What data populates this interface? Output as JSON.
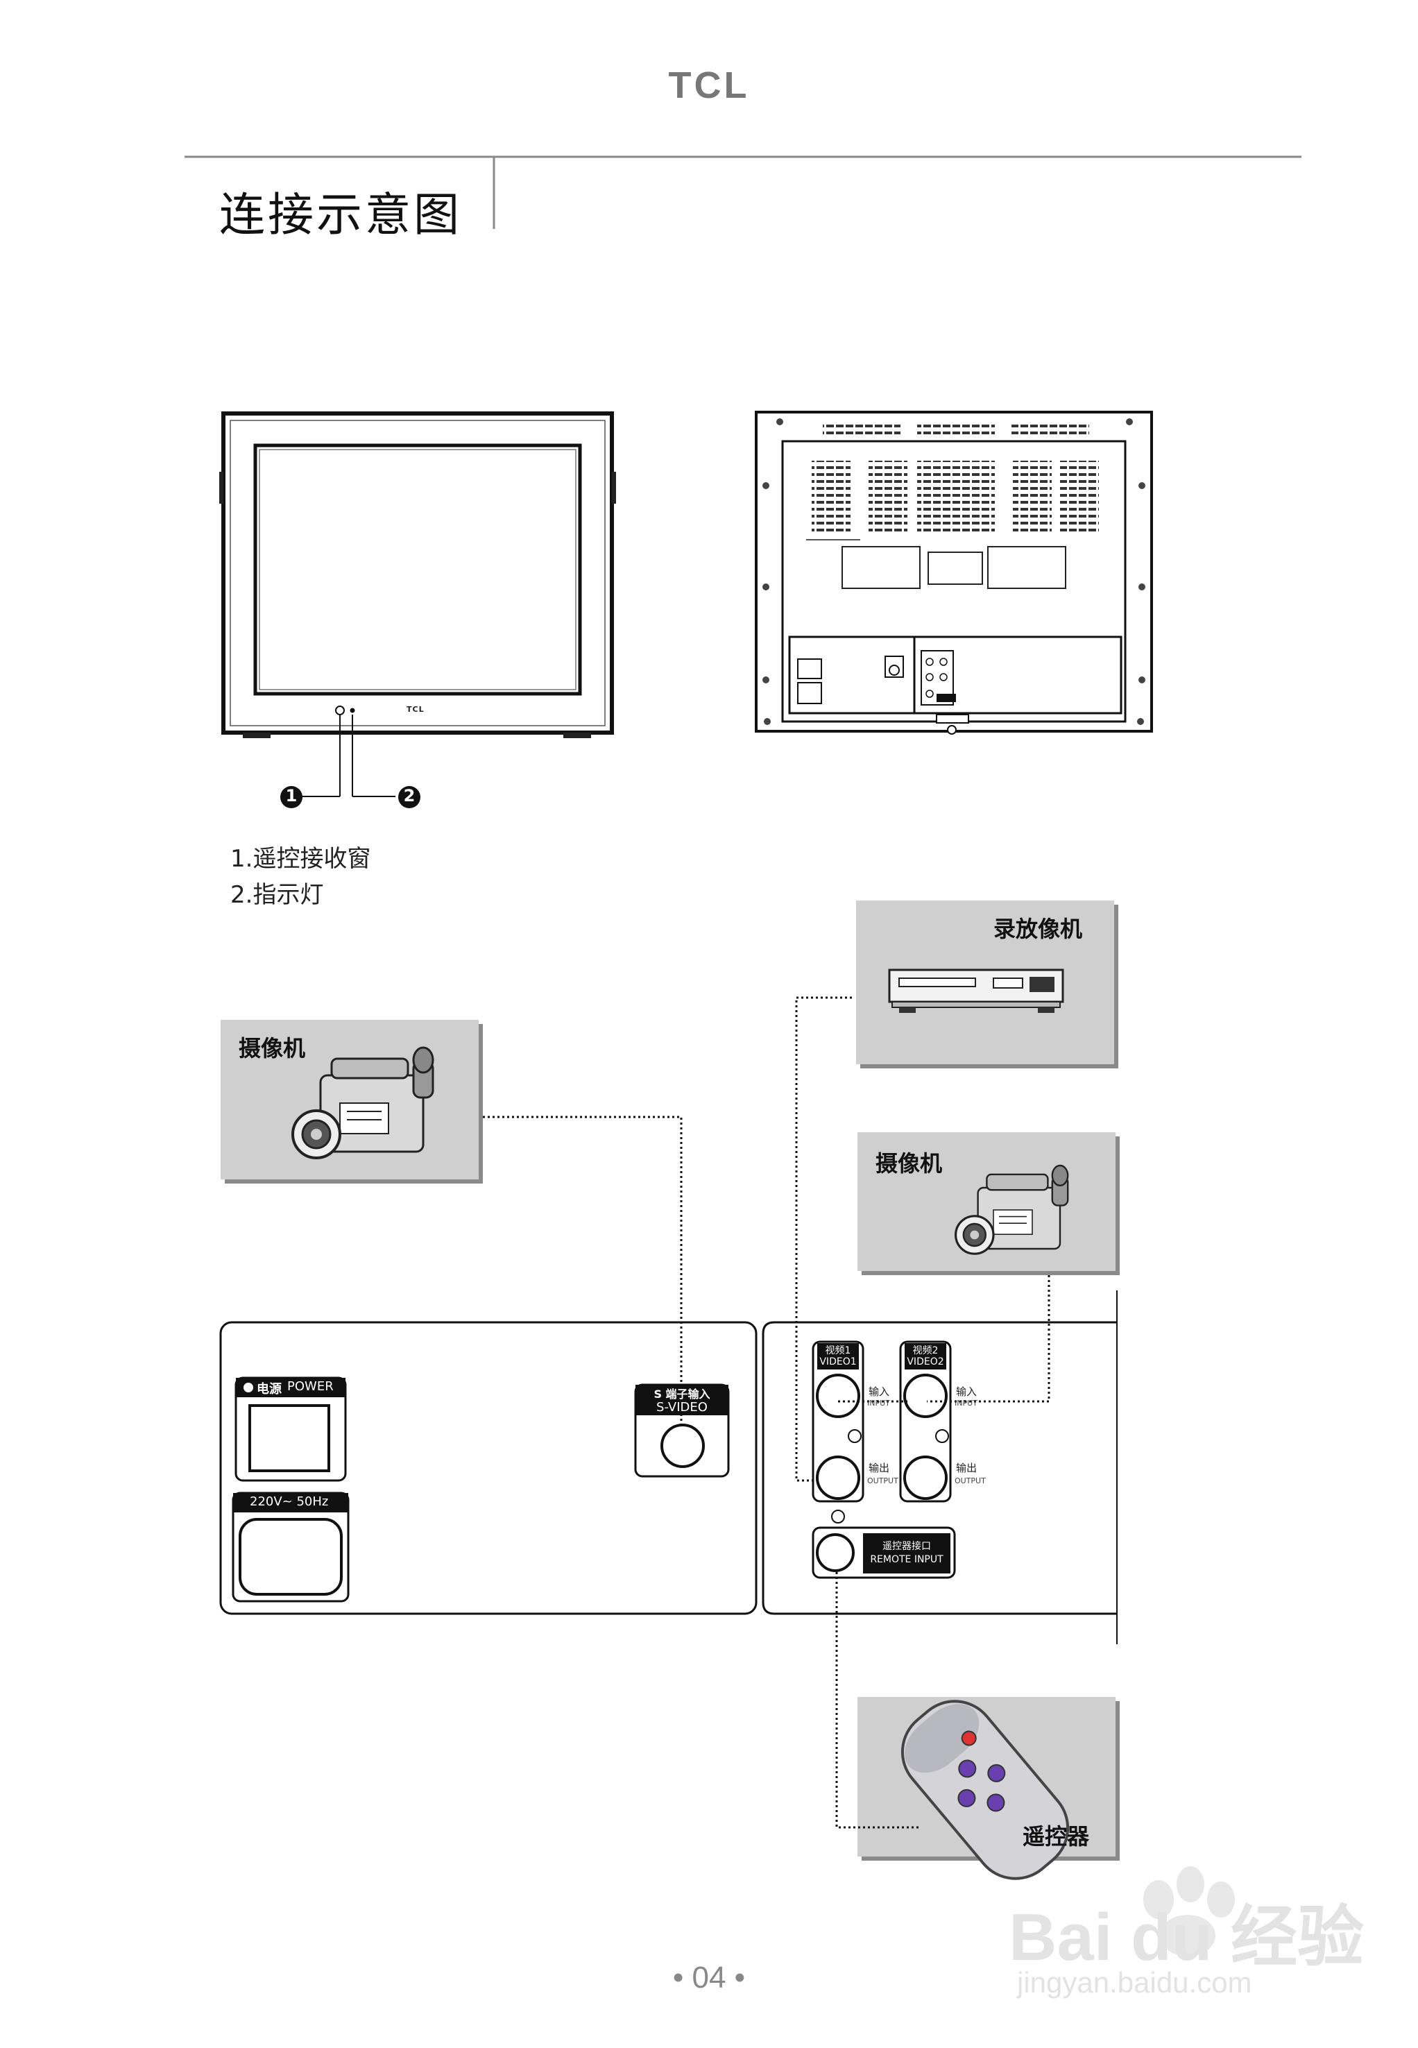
{
  "header": {
    "brand": "TCL",
    "title": "连接示意图"
  },
  "monitor": {
    "brand": "TCL",
    "callouts": [
      "1",
      "2"
    ],
    "legend": [
      "1.遥控接收窗",
      "2.指示灯"
    ]
  },
  "devices": {
    "camcorder_left": "摄像机",
    "vcr": "录放像机",
    "camcorder_right": "摄像机",
    "remote": "遥控器"
  },
  "left_panel": {
    "power_cn": "电源",
    "power_en": "POWER",
    "mains": "220V~ 50Hz",
    "svideo_cn": "S 端子输入",
    "svideo_en": "S-VIDEO"
  },
  "right_panel": {
    "video1_cn": "视频1",
    "video1_en": "VIDEO1",
    "video2_cn": "视频2",
    "video2_en": "VIDEO2",
    "input_cn": "输入",
    "input_en": "INPUT",
    "output_cn": "输出",
    "output_en": "OUTPUT",
    "remote_cn": "遥控器接口",
    "remote_en": "REMOTE INPUT"
  },
  "footer": {
    "page_number": "• 04 •"
  },
  "watermark": {
    "main": "Bai du 经验",
    "sub": "jingyan.baidu.com"
  }
}
